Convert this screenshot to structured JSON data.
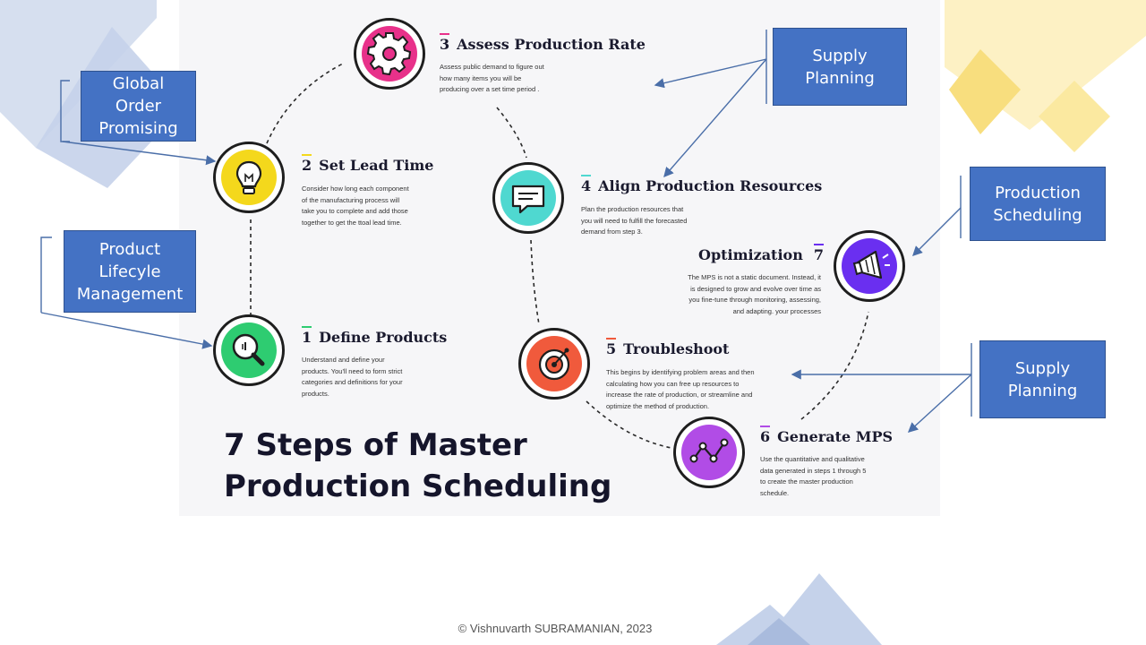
{
  "title": {
    "line1": "7 Steps of Master",
    "line2": "Production Scheduling"
  },
  "steps": [
    {
      "num": "1",
      "title": "Define Products",
      "desc": "Understand and define your products.  You'll need to form strict categories and definitions for your products.",
      "icon": "magnifier-icon",
      "color": "#2ecc71"
    },
    {
      "num": "2",
      "title": "Set Lead Time",
      "desc": "Consider how long each component of the manufacturing process will take you to complete and add those together to get the ttoal lead time.",
      "icon": "lightbulb-icon",
      "color": "#f4d81c"
    },
    {
      "num": "3",
      "title": "Assess Production Rate",
      "desc": "Assess public demand to figure out how many items you will be producing over a set time period .",
      "icon": "gear-icon",
      "color": "#e8318a"
    },
    {
      "num": "4",
      "title": "Align Production Resources",
      "desc": "Plan the production resources that you will need to fulfill the forecasted demand from step 3.",
      "icon": "chat-bubble-icon",
      "color": "#4fd8d0"
    },
    {
      "num": "5",
      "title": "Troubleshoot",
      "desc": "This begins by identifying problem areas and then calculating how you can free up resources to increase the rate of production, or streamline and optimize the method of production.",
      "icon": "target-icon",
      "color": "#f05a3c"
    },
    {
      "num": "6",
      "title": "Generate MPS",
      "desc": "Use the quantitative and qualitative data generated in steps 1 through 5 to create the master production schedule.",
      "icon": "line-graph-icon",
      "color": "#b14ce6"
    },
    {
      "num": "7",
      "title": "Optimization",
      "desc": "The MPS is not a static document. Instead, it is designed to grow and evolve over time as you fine-tune through monitoring, assessing, and adapting. your processes",
      "icon": "megaphone-icon",
      "color": "#6a2ff0"
    }
  ],
  "callouts": {
    "global_order": "Global Order Promising",
    "plm": "Product Lifecyle Management",
    "supply_top": "Supply Planning",
    "production_scheduling": "Production Scheduling",
    "supply_bottom": "Supply Planning"
  },
  "copyright": "© Vishnuvarth SUBRAMANIAN, 2023",
  "colors": {
    "callout_fill": "#4472c4",
    "callout_border": "#2f528f",
    "arrow": "#4a6ea8",
    "deco_blue": "#c5d2ea",
    "deco_yellow": "#fbe9a0"
  }
}
